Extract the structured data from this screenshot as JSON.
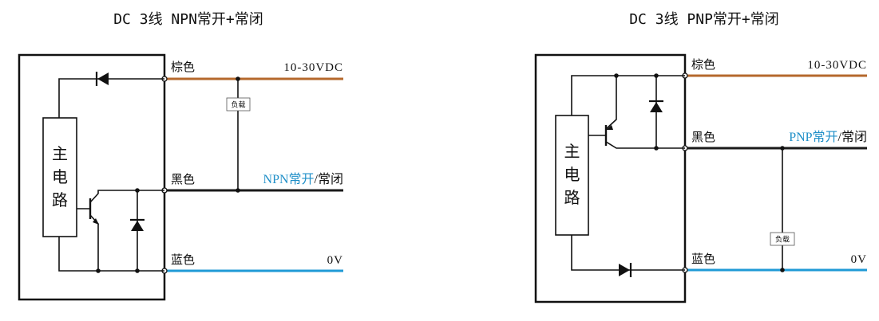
{
  "colors": {
    "brown": "#b5682c",
    "black": "#1a1a1a",
    "blue": "#1f9ad6",
    "blue_text": "#1f8fc8"
  },
  "left": {
    "title": "DC 3线 NPN常开+常闭",
    "wire_brown": "棕色",
    "wire_black": "黑色",
    "wire_blue": "蓝色",
    "supply": "10-30VDC",
    "output_type": "NPN常开",
    "output_sep": "/常闭",
    "zero_volt": "0V",
    "load": "负载",
    "main_circuit": [
      "主",
      "电",
      "路"
    ]
  },
  "right": {
    "title": "DC 3线 PNP常开+常闭",
    "wire_brown": "棕色",
    "wire_black": "黑色",
    "wire_blue": "蓝色",
    "supply": "10-30VDC",
    "output_type": "PNP常开",
    "output_sep": "/常闭",
    "zero_volt": "0V",
    "load": "负载",
    "main_circuit": [
      "主",
      "电",
      "路"
    ]
  }
}
